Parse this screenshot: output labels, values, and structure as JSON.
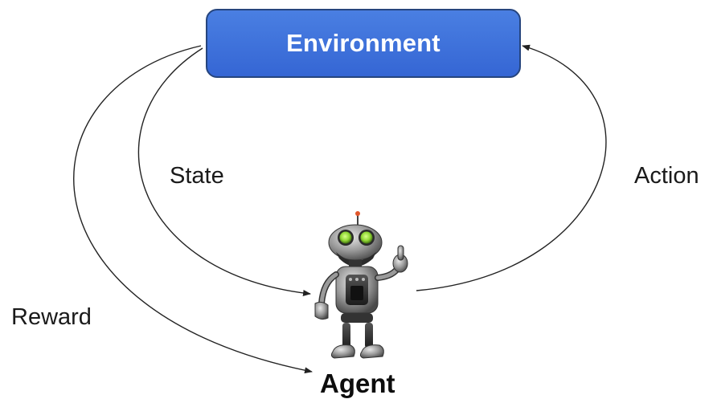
{
  "environment": {
    "label": "Environment"
  },
  "edges": {
    "state": {
      "label": "State"
    },
    "action": {
      "label": "Action"
    },
    "reward": {
      "label": "Reward"
    }
  },
  "agent": {
    "label": "Agent",
    "icon": "robot-icon"
  },
  "colors": {
    "environment_fill": "#3d6fd9",
    "environment_border": "#26457e",
    "arrow": "#222222",
    "robot_eyes": "#9be33b"
  }
}
